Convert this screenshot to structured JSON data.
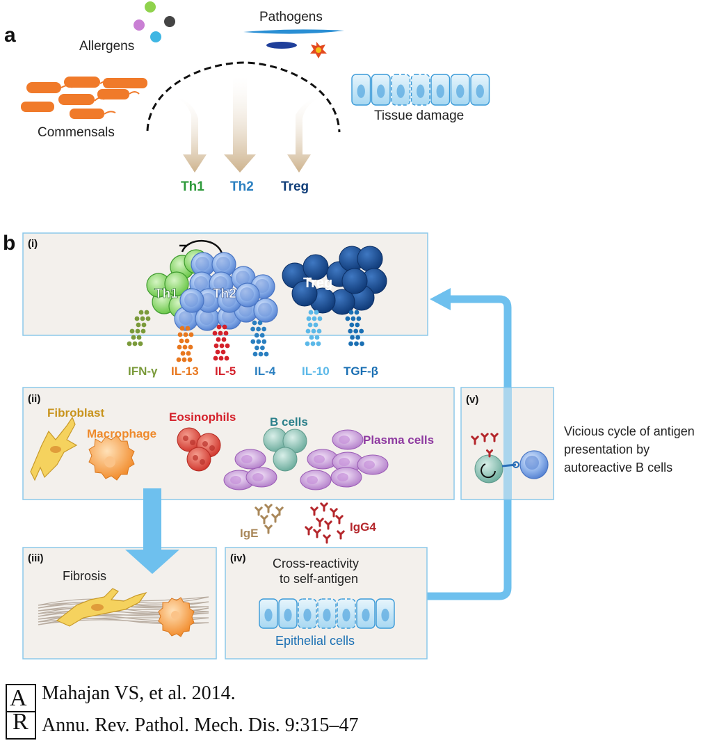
{
  "panel_a": {
    "letter": "a",
    "labels": {
      "allergens": "Allergens",
      "pathogens": "Pathogens",
      "commensals": "Commensals",
      "tissue_damage": "Tissue damage"
    },
    "outcomes": [
      {
        "label": "Th1",
        "color": "#2e9a3b"
      },
      {
        "label": "Th2",
        "color": "#2a7fc0"
      },
      {
        "label": "Treg",
        "color": "#123f7a"
      }
    ]
  },
  "panel_b": {
    "letter": "b",
    "i": {
      "tag": "(i)",
      "cells": {
        "th1": "Th1",
        "th2": "Th2",
        "treg": "Treg"
      },
      "cytokines": [
        {
          "label": "IFN-γ",
          "color": "#7a9a3a"
        },
        {
          "label": "IL-13",
          "color": "#e8771e"
        },
        {
          "label": "IL-5",
          "color": "#d4212b"
        },
        {
          "label": "IL-4",
          "color": "#2a7fc0"
        },
        {
          "label": "IL-10",
          "color": "#5bb8e8"
        },
        {
          "label": "TGF-β",
          "color": "#1a6fb3"
        }
      ]
    },
    "ii": {
      "tag": "(ii)",
      "fibroblast": "Fibroblast",
      "macrophage": "Macrophage",
      "eosinophils": "Eosinophils",
      "b_cells": "B cells",
      "plasma_cells": "Plasma cells"
    },
    "antibodies": {
      "ige": "IgE",
      "igg4": "IgG4"
    },
    "iii": {
      "tag": "(iii)",
      "label": "Fibrosis"
    },
    "iv": {
      "tag": "(iv)",
      "line1": "Cross-reactivity",
      "line2": "to self-antigen",
      "epithelial": "Epithelial cells"
    },
    "v": {
      "tag": "(v)",
      "caption_lines": [
        "Vicious cycle of antigen",
        "presentation by",
        "autoreactive B cells"
      ]
    }
  },
  "citation": {
    "logo_text": "AR",
    "line1": "Mahajan VS, et al. 2014.",
    "line2": "Annu. Rev. Pathol. Mech. Dis. 9:315–47"
  },
  "colors": {
    "panel_fill": "#f3f0ec",
    "panel_border": "#8cc8ea",
    "arrow_blue": "#6ec0ee",
    "arrow_tan": "#d7c2a3",
    "orange_bacteria": "#f07a2a",
    "th1_green": "#7ccf5a",
    "th2_blue": "#7da7e6",
    "treg_navy": "#1d4f8e",
    "plasma_purple": "#c59ad6",
    "bcell_teal": "#8dc4ba",
    "eosinophil_red": "#e35348",
    "antibody_red": "#b4262b",
    "antibody_tan": "#a98759"
  }
}
